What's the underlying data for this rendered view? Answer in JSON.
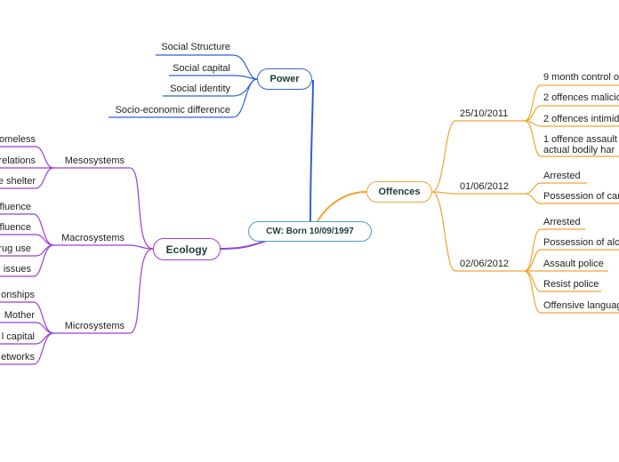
{
  "central": "CW: Born 10/09/1997",
  "branches": {
    "power": {
      "label": "Power",
      "color": "#2f62d6",
      "items": [
        "Social Structure",
        "Social capital",
        "Social identity",
        "Socio-economic difference"
      ]
    },
    "ecology": {
      "label": "Ecology",
      "color": "#9b3fd0",
      "groups": [
        {
          "label": "Mesosystems",
          "items": [
            "homeless",
            "relations",
            "e shelter"
          ]
        },
        {
          "label": "Macrosystems",
          "items": [
            "fluence",
            "fluence",
            "rug use",
            "issues"
          ]
        },
        {
          "label": "Microsystems",
          "items": [
            "onships",
            "Mother",
            "l capital",
            "etworks"
          ]
        }
      ]
    },
    "offences": {
      "label": "Offences",
      "color": "#f2a330",
      "dates": [
        {
          "label": "25/10/2011",
          "items": [
            "9 month control o",
            "2 offences malicio",
            "2 offences intimid",
            "1 offence assault actual bodily har"
          ]
        },
        {
          "label": "01/06/2012",
          "items": [
            "Arrested",
            "Possession of can"
          ]
        },
        {
          "label": "02/06/2012",
          "items": [
            "Arrested",
            "Possession of alc",
            "Assault police",
            "Resist police",
            "Offensive languag"
          ]
        }
      ]
    }
  }
}
